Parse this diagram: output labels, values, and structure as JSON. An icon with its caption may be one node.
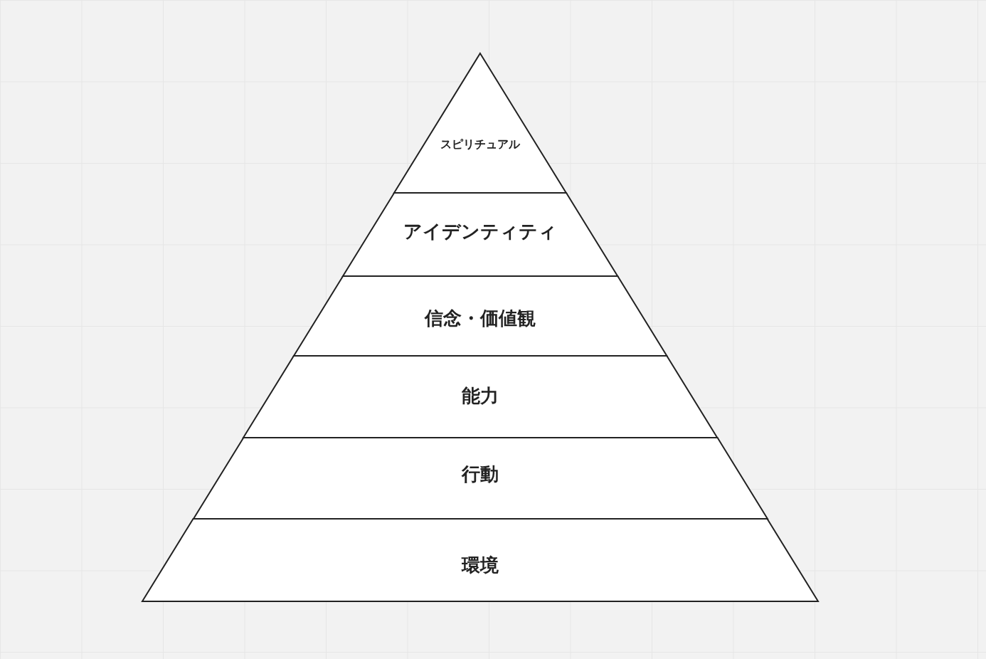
{
  "diagram": {
    "nodes": [
      {
        "text": [
          "スピリチュアル"
        ]
      },
      {
        "text": [
          "アイデンティティ"
        ]
      },
      {
        "text": [
          "信念・価値観"
        ]
      },
      {
        "text": [
          "能力"
        ]
      },
      {
        "text": [
          "行動"
        ]
      },
      {
        "text": [
          "環境"
        ]
      }
    ]
  }
}
